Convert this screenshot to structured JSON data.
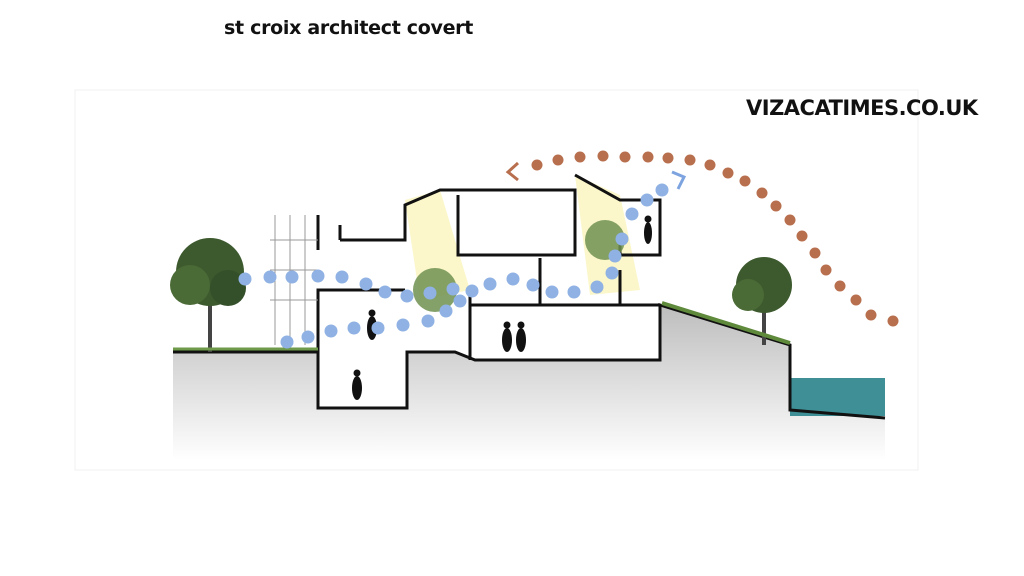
{
  "page": {
    "title": "st croix architect covert",
    "watermark": "VIZACATIMES.CO.UK"
  },
  "diagram": {
    "subject": "architectural-section",
    "colors": {
      "sun_path": "#b86f4e",
      "air_flow": "#8fb1e3",
      "ground": "#cfcfcf",
      "water": "#3f8f96",
      "tree": "#3d5a2e",
      "light": "#fbf6c4"
    }
  }
}
